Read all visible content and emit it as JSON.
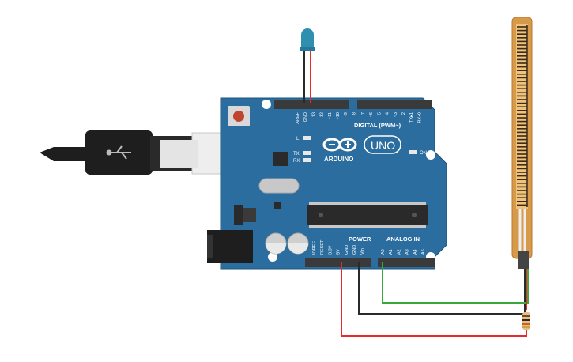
{
  "board": {
    "brand": "ARDUINO",
    "model": "UNO",
    "on_label": "ON",
    "led_l": "L",
    "led_tx": "TX",
    "led_rx": "RX",
    "digital_header": "DIGITAL (PWM~)",
    "power_header": "POWER",
    "analog_header": "ANALOG IN",
    "digital_pins": [
      "AREF",
      "GND",
      "13",
      "12",
      "~11",
      "~10",
      "~9",
      "8",
      "7",
      "~6",
      "~5",
      "4",
      "~3",
      "2",
      "TX▸1",
      "RX◂0"
    ],
    "power_pins": [
      "IOREF",
      "RESET",
      "3.3V",
      "5V",
      "GND",
      "GND",
      "Vin"
    ],
    "analog_pins": [
      "A0",
      "A1",
      "A2",
      "A3",
      "A4",
      "A5"
    ]
  },
  "colors": {
    "board": "#2b6d9e",
    "board_edge": "#1f557c",
    "wire_red": "#e52b2b",
    "wire_black": "#2a2a2a",
    "wire_green": "#3aa83a",
    "flex_body": "#d79a4a",
    "led_cap": "#2f8fb0"
  },
  "components": {
    "usb_icon": "usb-trident-icon",
    "reset_icon": "reset-button-icon"
  }
}
